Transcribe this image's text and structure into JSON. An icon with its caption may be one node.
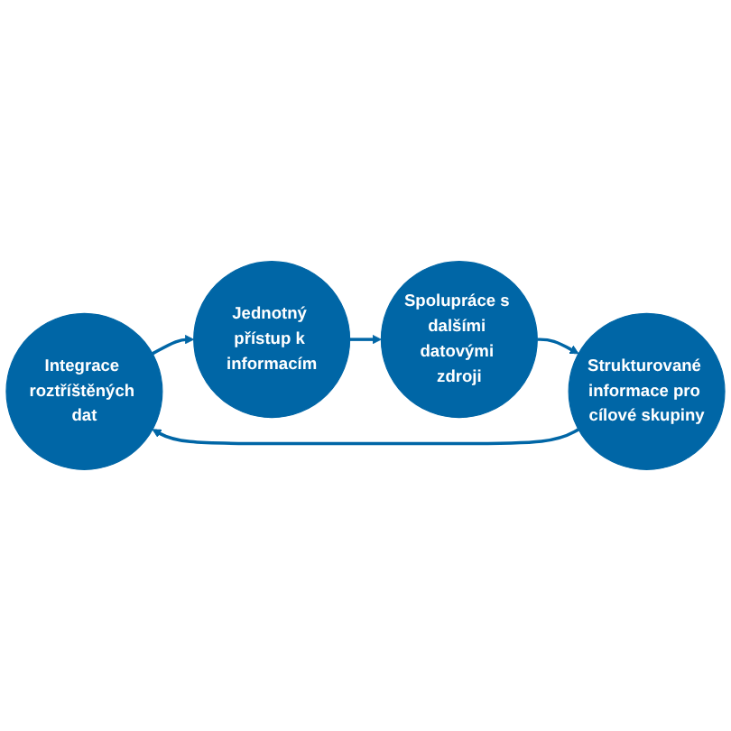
{
  "diagram": {
    "nodes": [
      {
        "text": [
          "Integrace roztříštěných dat"
        ]
      },
      {
        "text": [
          "Jednotný přístup k informacím"
        ]
      },
      {
        "text": [
          "Spolupráce s dalšími datovými zdroji"
        ]
      },
      {
        "text": [
          "Strukturované informace pro cílové skupiny"
        ]
      }
    ],
    "edges": [
      {
        "from": 0,
        "to": 1,
        "arrow": "to"
      },
      {
        "from": 1,
        "to": 2,
        "arrow": "to"
      },
      {
        "from": 2,
        "to": 3,
        "arrow": "to"
      },
      {
        "from": 3,
        "to": 0,
        "arrow": "to"
      }
    ]
  }
}
